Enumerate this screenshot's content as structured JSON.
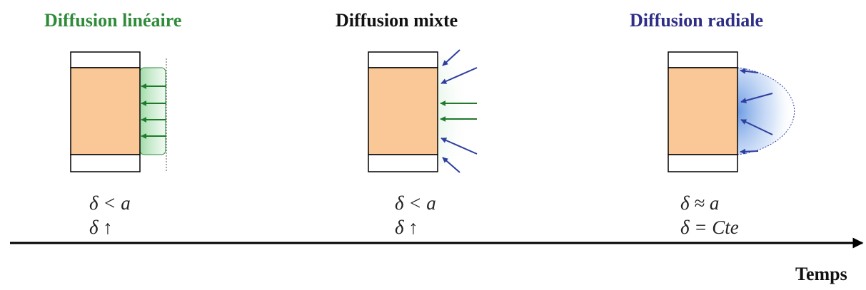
{
  "panels": [
    {
      "title": "Diffusion linéaire",
      "title_color": "#2f8a3a",
      "condition_1": "δ < a",
      "condition_2": "δ ↑",
      "arrow_color": "#1f7a2a",
      "arrow_icon": "arrow-left-icon"
    },
    {
      "title": "Diffusion mixte",
      "title_color": "#111111",
      "condition_1": "δ < a",
      "condition_2": "δ ↑",
      "arrow_colors": [
        "#2e3ea0",
        "#1f7a2a"
      ],
      "arrow_icon": "arrow-left-icon"
    },
    {
      "title": "Diffusion radiale",
      "title_color": "#2e2e86",
      "condition_1": "δ ≈ a",
      "condition_2": "δ = Cte",
      "arrow_color": "#2e3ea0",
      "arrow_icon": "arrow-left-icon"
    }
  ],
  "axis": {
    "label": "Temps",
    "direction": "left-to-right",
    "arrow_icon": "arrow-right-icon"
  },
  "colors": {
    "electrode": "#f9c896",
    "insulator": "#ffffff",
    "outline": "#000000"
  }
}
